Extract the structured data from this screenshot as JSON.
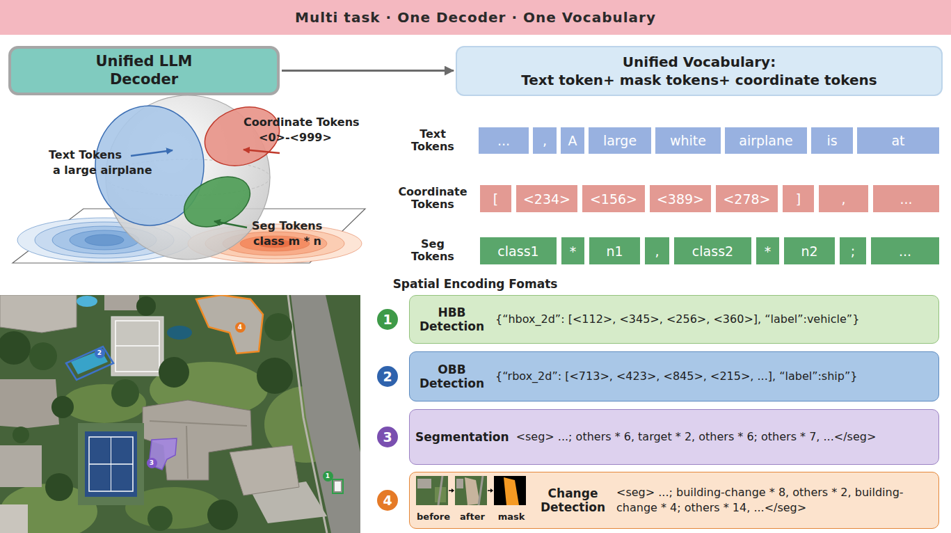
{
  "diagram": {
    "title": "Multi task · One Decoder · One Vocabulary",
    "nodes": [
      {
        "text": [
          "Unified LLM Decoder"
        ]
      },
      {
        "text": [
          "Unified Vocabulary:",
          "Text token+ mask tokens+ coordinate tokens"
        ]
      },
      {
        "text": [
          "..."
        ]
      },
      {
        "text": [
          ","
        ]
      },
      {
        "text": [
          "A"
        ]
      },
      {
        "text": [
          "large"
        ]
      },
      {
        "text": [
          "white"
        ]
      },
      {
        "text": [
          "airplane"
        ]
      },
      {
        "text": [
          "is"
        ]
      },
      {
        "text": [
          "at"
        ]
      },
      {
        "text": [
          "["
        ]
      },
      {
        "text": [
          "<234>"
        ]
      },
      {
        "text": [
          "<156>"
        ]
      },
      {
        "text": [
          "<389>"
        ]
      },
      {
        "text": [
          "<278>"
        ]
      },
      {
        "text": [
          "]"
        ]
      },
      {
        "text": [
          ","
        ]
      },
      {
        "text": [
          "..."
        ]
      },
      {
        "text": [
          "class1"
        ]
      },
      {
        "text": [
          "*"
        ]
      },
      {
        "text": [
          "n1"
        ]
      },
      {
        "text": [
          ","
        ]
      },
      {
        "text": [
          "class2"
        ]
      },
      {
        "text": [
          "*"
        ]
      },
      {
        "text": [
          "n2"
        ]
      },
      {
        "text": [
          ";"
        ]
      },
      {
        "text": [
          "..."
        ]
      },
      {
        "text": [
          "HBB Detection",
          "{“hbox_2d”: [<112>, <345>, <256>, <360>], “label”:vehicle”}"
        ]
      },
      {
        "text": [
          "OBB Detection",
          "{“rbox_2d”: [<713>, <423>, <845>, <215>, ...], “label”:ship”}"
        ]
      },
      {
        "text": [
          "Segmentation",
          "<seg> ...; others * 6, target * 2, others * 6; others * 7, ...</seg>"
        ]
      },
      {
        "text": [
          "before",
          "after",
          "mask",
          "Change Detection",
          "<seg> ...; building-change * 8, others * 2, building-change * 4; others * 14, ...</seg>"
        ]
      }
    ],
    "edges": [
      {
        "from": 0,
        "to": 1,
        "arrow": "to"
      }
    ],
    "labels": [
      "Coordinate Tokens",
      "<0>-<999>",
      "Text Tokens",
      "a large airplane",
      "Seg Tokens",
      "class m * n",
      "Text Tokens",
      "Coordinate Tokens",
      "Seg Tokens",
      "Spatial Encoding Fomats",
      "4",
      "2",
      "3",
      "1",
      "1",
      "2",
      "3",
      "4"
    ]
  }
}
